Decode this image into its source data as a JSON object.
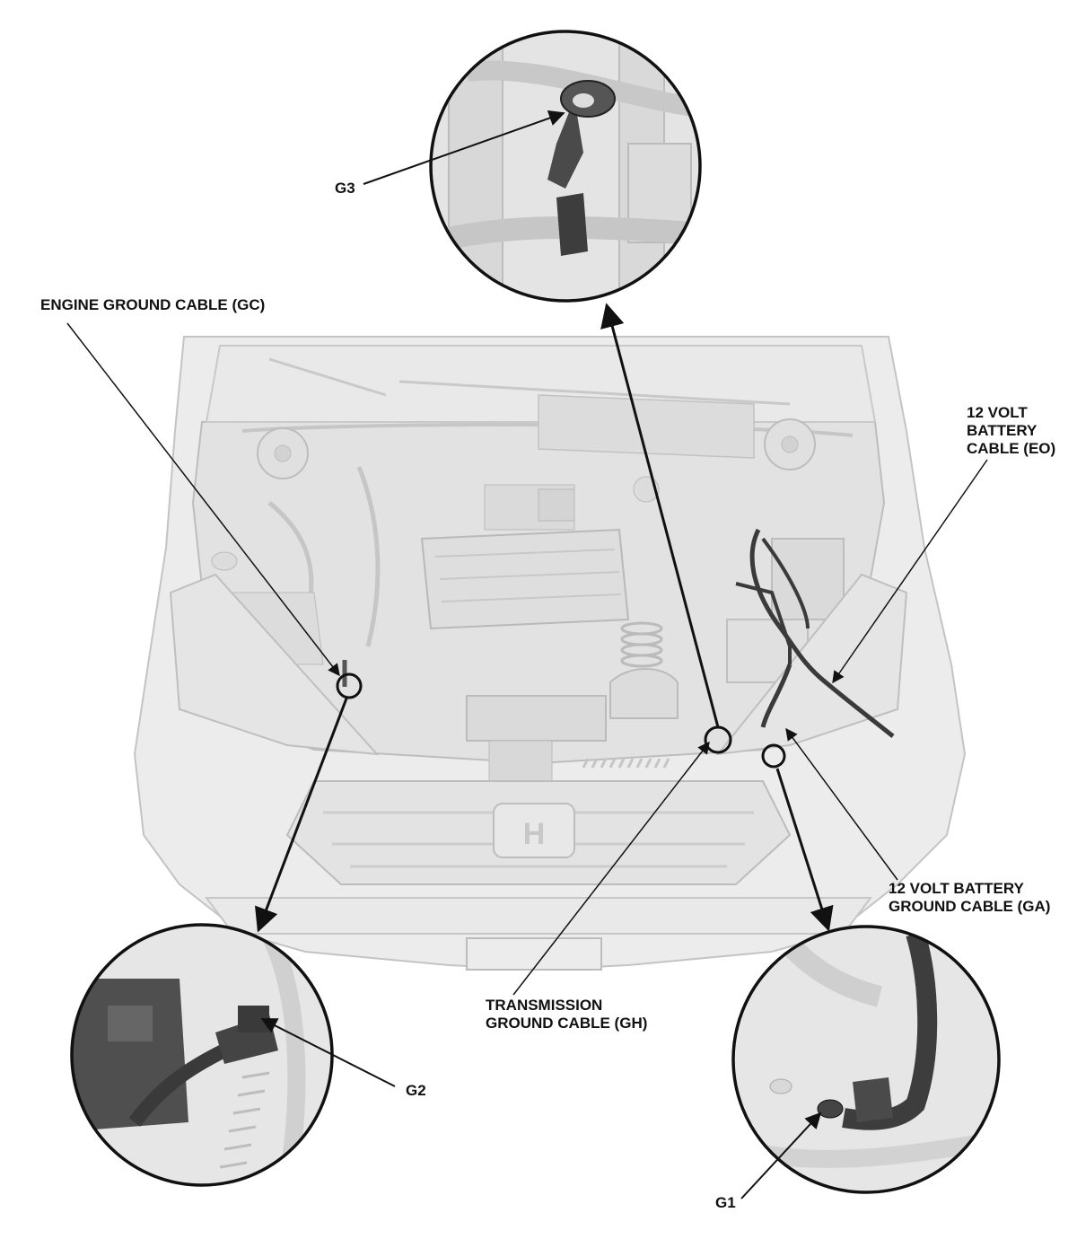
{
  "labels": {
    "engine_ground_cable": "ENGINE GROUND CABLE (GC)",
    "battery_cable": [
      "12 VOLT",
      "BATTERY",
      "CABLE (EO)"
    ],
    "battery_ground_cable": [
      "12 VOLT BATTERY",
      "GROUND CABLE (GA)"
    ],
    "transmission_ground_cable": [
      "TRANSMISSION",
      "GROUND CABLE (GH)"
    ],
    "callouts": {
      "g1": "G1",
      "g2": "G2",
      "g3": "G3"
    },
    "badge": "H"
  },
  "colors": {
    "line": "#111111",
    "car_fill": "#e6e6e6",
    "car_stroke": "#bdbdbd",
    "detail_fill": "#d6d6d6",
    "cable": "#3a3a3a"
  }
}
